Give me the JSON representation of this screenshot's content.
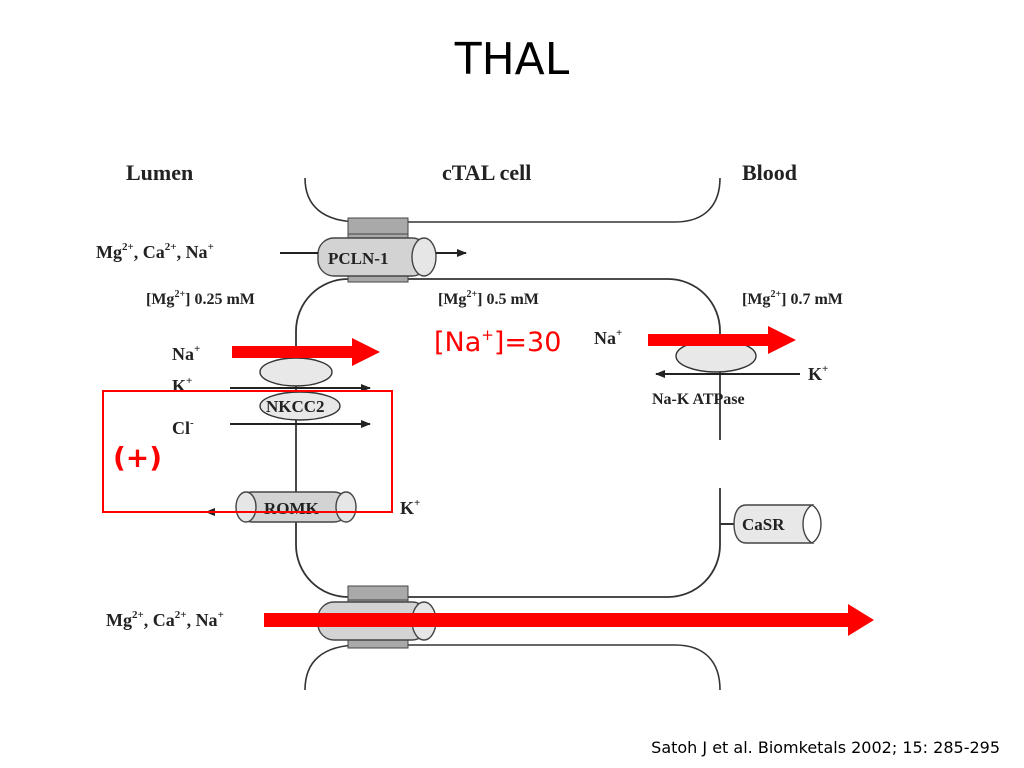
{
  "slide": {
    "title": "THAL",
    "citation": "Satoh J et al. Biomketals 2002; 15: 285-295"
  },
  "diagram": {
    "headers": {
      "lumen": "Lumen",
      "cell": "cTAL cell",
      "blood": "Blood"
    },
    "concentrations": {
      "lumen": {
        "prefix": "[Mg",
        "sup": "2+",
        "suffix": "] 0.25 mM"
      },
      "cell": {
        "prefix": "[Mg",
        "sup": "2+",
        "suffix": "] 0.5 mM"
      },
      "blood": {
        "prefix": "[Mg",
        "sup": "2+",
        "suffix": "] 0.7 mM"
      }
    },
    "ions": {
      "top_paracellular": [
        {
          "base": "Mg",
          "sup": "2+",
          "sep": ", "
        },
        {
          "base": "Ca",
          "sup": "2+",
          "sep": ", "
        },
        {
          "base": "Na",
          "sup": "+",
          "sep": ""
        }
      ],
      "bottom_paracellular": [
        {
          "base": "Mg",
          "sup": "2+",
          "sep": ", "
        },
        {
          "base": "Ca",
          "sup": "2+",
          "sep": ", "
        },
        {
          "base": "Na",
          "sup": "+",
          "sep": ""
        }
      ],
      "na_lumen": {
        "base": "Na",
        "sup": "+"
      },
      "k_lumen": {
        "base": "K",
        "sup": "+"
      },
      "cl_lumen": {
        "base": "Cl",
        "sup": "-"
      },
      "k_romk": {
        "base": "K",
        "sup": "+"
      },
      "na_basolateral": {
        "base": "Na",
        "sup": "+"
      },
      "k_basolateral": {
        "base": "K",
        "sup": "+"
      }
    },
    "transporters": {
      "pcln_top": "PCLN-1",
      "nkcc2": "NKCC2",
      "romk": "ROMK",
      "na_k_atpase": "Na-K ATPase",
      "casr": "CaSR"
    },
    "annotations": {
      "na_conc": {
        "prefix": "[Na",
        "sup": "+",
        "suffix": "]=30"
      },
      "stimulation": "(+)"
    },
    "colors": {
      "highlight_red": "#ff0000",
      "channel_gray": "#d3d3d3",
      "junction_gray": "#a9a9a9",
      "line": "#222222"
    }
  }
}
